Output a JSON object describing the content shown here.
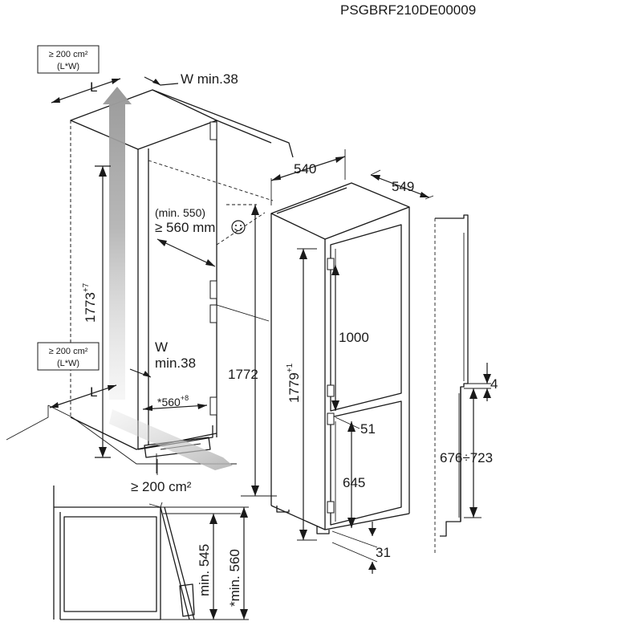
{
  "code": "PSGBRF210DE00009",
  "vent_top": {
    "area": "≥ 200 cm²",
    "unit": "(L*W)"
  },
  "vent_bottom": {
    "area": "≥ 200 cm²",
    "unit": "(L*W)"
  },
  "label_L_top": "L",
  "label_L_bottom": "L",
  "w_min_top": "W min.38",
  "w_bottom": {
    "line1": "W",
    "line2": "min.38"
  },
  "depth_min": {
    "line1": "(min. 550)",
    "line2": "≥ 560 mm"
  },
  "dims": {
    "niche_height": "1773",
    "niche_height_tol": "+7",
    "niche_width": "*560",
    "niche_width_tol": "+8",
    "plinth_vent": "≥ 200 cm²",
    "total_height": "1772",
    "appliance_height": "1779",
    "appliance_height_tol": "+1",
    "width": "540",
    "depth": "549",
    "upper_door": "1000",
    "gap_51": "51",
    "lower_door": "645",
    "bottom_31": "31",
    "gap_4": "4",
    "side_range": "676÷723",
    "min_545": "min. 545",
    "min_560": "*min. 560"
  },
  "colors": {
    "line": "#1a1a1a",
    "arrow_grey": "#a6a6a6",
    "background": "#ffffff"
  },
  "icons": [
    "smiley-icon",
    "airflow-arrow-icon"
  ]
}
